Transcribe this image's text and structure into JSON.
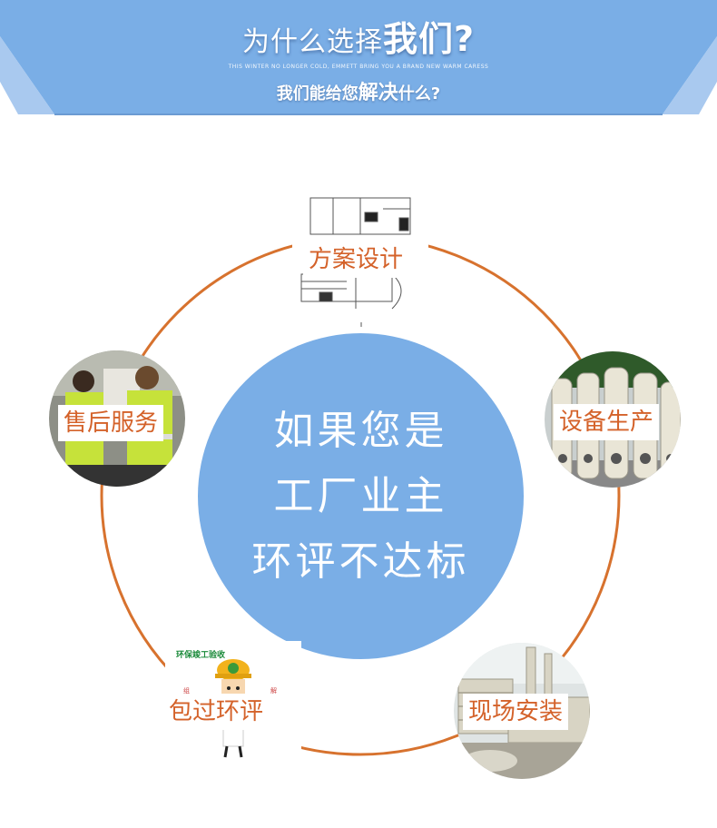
{
  "header": {
    "title_prefix": "为什么选择",
    "title_emph": "我们?",
    "subtitle_en": "THIS WINTER NO LONGER COLD, EMMETT BRING YOU A BRAND NEW WARM CARESS",
    "title2_prefix": "我们能给您",
    "title2_emph": "解决",
    "title2_suffix": "什么?"
  },
  "center": {
    "lines": [
      "如果您是",
      "工厂业主",
      "环评不达标"
    ]
  },
  "nodes": [
    {
      "label": "方案设计"
    },
    {
      "label": "设备生产"
    },
    {
      "label": "现场安装"
    },
    {
      "label": "包过环评",
      "sign_text": "环保竣工验收",
      "side_left": "组",
      "side_right": "解"
    },
    {
      "label": "售后服务"
    }
  ],
  "colors": {
    "banner": "#7aaee6",
    "center": "#7aaee6",
    "ring": "#d7722e",
    "label": "#d4622a"
  }
}
